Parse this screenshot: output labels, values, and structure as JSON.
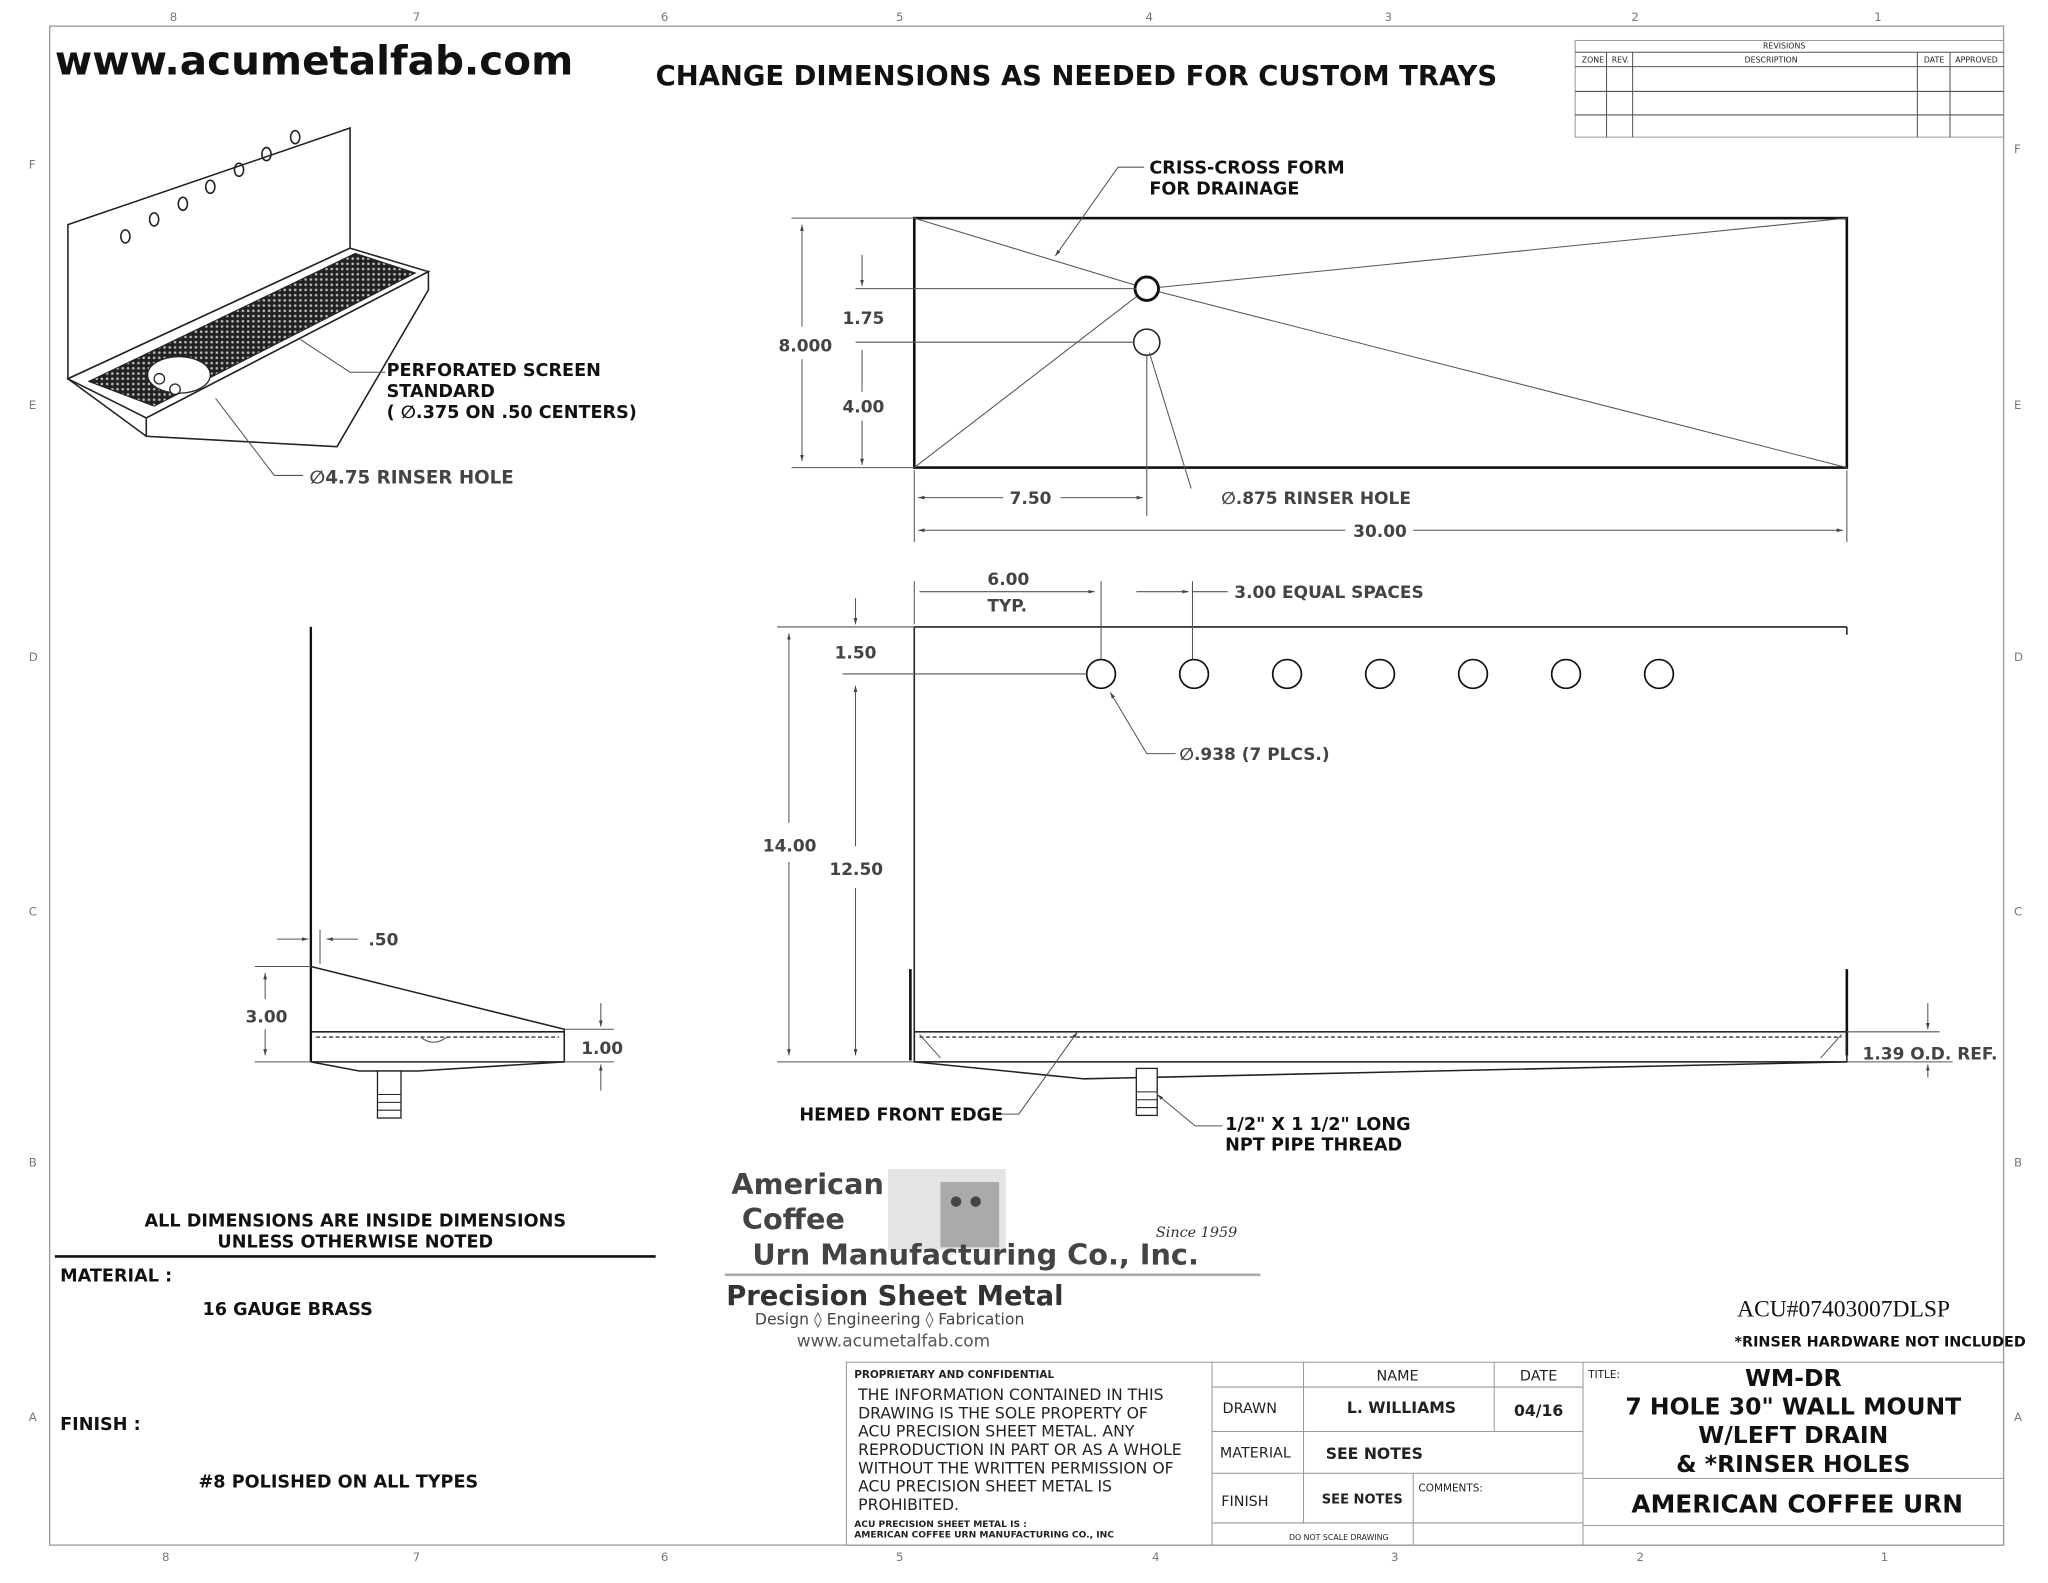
{
  "header": {
    "website": "www.acumetalfab.com",
    "headline": "CHANGE DIMENSIONS AS NEEDED FOR CUSTOM TRAYS"
  },
  "zones": {
    "top": [
      "8",
      "7",
      "6",
      "5",
      "4",
      "3",
      "2",
      "1"
    ],
    "side": [
      "F",
      "E",
      "D",
      "C",
      "B",
      "A"
    ]
  },
  "revisions": {
    "title": "REVISIONS",
    "columns": [
      "ZONE",
      "REV.",
      "DESCRIPTION",
      "DATE",
      "APPROVED"
    ]
  },
  "iso_view": {
    "screen_note": [
      "PERFORATED SCREEN",
      "STANDARD",
      "( ∅.375 ON .50 CENTERS)"
    ],
    "rinser_note": "∅4.75 RINSER HOLE"
  },
  "top_view": {
    "criss_cross": [
      "CRISS-CROSS FORM",
      "FOR DRAINAGE"
    ],
    "dim_height": "8.000",
    "dim_175": "1.75",
    "dim_400": "4.00",
    "dim_750": "7.50",
    "dim_width": "30.00",
    "rinser_note": "∅.875 RINSER HOLE"
  },
  "front_view": {
    "dim_600": "6.00",
    "typ": "TYP.",
    "equal_spaces": "3.00 EQUAL SPACES",
    "dim_150": "1.50",
    "dim_1400": "14.00",
    "dim_1250": "12.50",
    "hole_note": "∅.938 (7 PLCS.)",
    "hem_note": "HEMED FRONT EDGE",
    "pipe_note": [
      "1/2\" X 1 1/2\" LONG",
      "NPT PIPE THREAD"
    ],
    "od_note": "1.39 O.D. REF.",
    "hole_count": 7
  },
  "side_view": {
    "dim_050": ".50",
    "dim_300": "3.00",
    "dim_100": "1.00"
  },
  "notes": {
    "dims_note": [
      "ALL DIMENSIONS ARE INSIDE DIMENSIONS",
      "UNLESS OTHERWISE NOTED"
    ],
    "material_label": "MATERIAL :",
    "material_value": "16 GAUGE BRASS",
    "finish_label": "FINISH :",
    "finish_value": "#8 POLISHED ON ALL TYPES"
  },
  "logo": {
    "line1": "American",
    "line2": "Coffee",
    "line3": "Urn Manufacturing Co., Inc.",
    "since": "Since 1959",
    "tagline": "Precision Sheet Metal",
    "services": "Design ◊ Engineering ◊ Fabrication",
    "url": "www.acumetalfab.com"
  },
  "part_number": "ACU#07403007DLSP",
  "part_note": "*RINSER HARDWARE NOT INCLUDED",
  "colors": {
    "part_number": "#cc1111"
  },
  "title_block": {
    "proprietary_title": "PROPRIETARY AND CONFIDENTIAL",
    "proprietary_text": [
      "THE INFORMATION CONTAINED IN THIS",
      "DRAWING IS THE SOLE PROPERTY OF",
      "ACU PRECISION SHEET METAL.  ANY",
      "REPRODUCTION IN PART OR AS A WHOLE",
      "WITHOUT THE WRITTEN PERMISSION OF",
      "ACU PRECISION SHEET METAL IS",
      "PROHIBITED."
    ],
    "company_note": [
      "ACU PRECISION SHEET METAL IS :",
      "AMERICAN COFFEE URN MANUFACTURING CO., INC"
    ],
    "name_header": "NAME",
    "date_header": "DATE",
    "drawn_label": "DRAWN",
    "drawn_name": "L. WILLIAMS",
    "drawn_date": "04/16",
    "material_label": "MATERIAL",
    "material_value": "SEE NOTES",
    "finish_label": "FINISH",
    "finish_value": "SEE NOTES",
    "comments_label": "COMMENTS:",
    "no_scale": "DO NOT SCALE DRAWING",
    "title_label": "TITLE:",
    "title_lines": [
      "WM-DR",
      "7 HOLE    30\" WALL MOUNT",
      "W/LEFT DRAIN",
      "& *RINSER HOLES"
    ],
    "company": "AMERICAN COFFEE URN"
  }
}
